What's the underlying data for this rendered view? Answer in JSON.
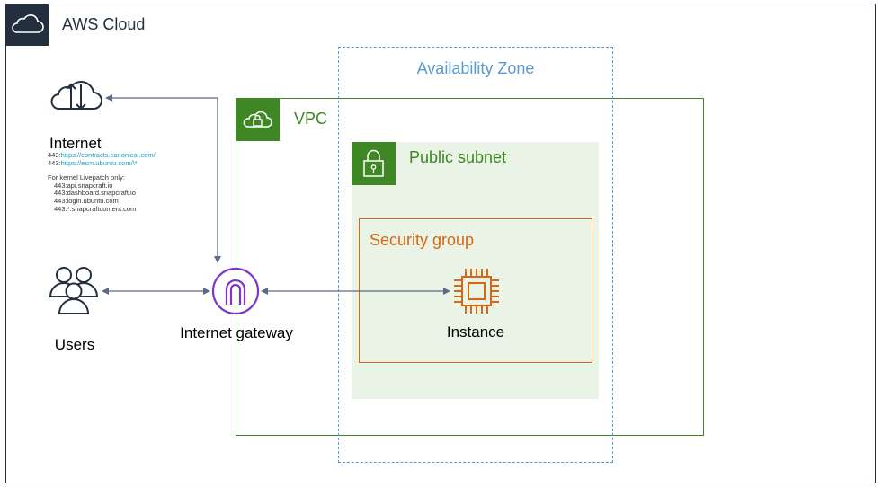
{
  "aws": {
    "title": "AWS Cloud",
    "icon": "cloud-icon"
  },
  "availability_zone": {
    "title": "Availability Zone"
  },
  "vpc": {
    "title": "VPC",
    "icon": "lock-cloud-icon"
  },
  "subnet": {
    "title": "Public subnet",
    "icon": "padlock-icon"
  },
  "security_group": {
    "title": "Security group"
  },
  "instance": {
    "label": "Instance",
    "icon": "chip-icon"
  },
  "internet_gateway": {
    "label": "Internet gateway",
    "icon": "gateway-icon"
  },
  "users": {
    "label": "Users",
    "icon": "users-icon"
  },
  "internet": {
    "label": "Internet",
    "icon": "cloud-upload-download-icon",
    "endpoints": [
      {
        "port": "443:",
        "url": "https://contracts.canonical.com/"
      },
      {
        "port": "443:",
        "url": "https://esm.ubuntu.com/\\*"
      }
    ],
    "livepatch_heading": "For kernel Livepatch only:",
    "livepatch_endpoints": [
      "443:api.snapcraft.io",
      "443:dashboard.snapcraft.io",
      "443:login.ubuntu.com",
      "443:*.snapcraftcontent.com"
    ]
  },
  "colors": {
    "aws": "#232f3e",
    "availability_zone": "#5a9ad0",
    "vpc": "#3f8624",
    "subnet_fill": "#e9f3e6",
    "security_group": "#d86613",
    "gateway": "#7b35c9",
    "connector": "#5a6b86",
    "link": "#1aa0b8"
  }
}
